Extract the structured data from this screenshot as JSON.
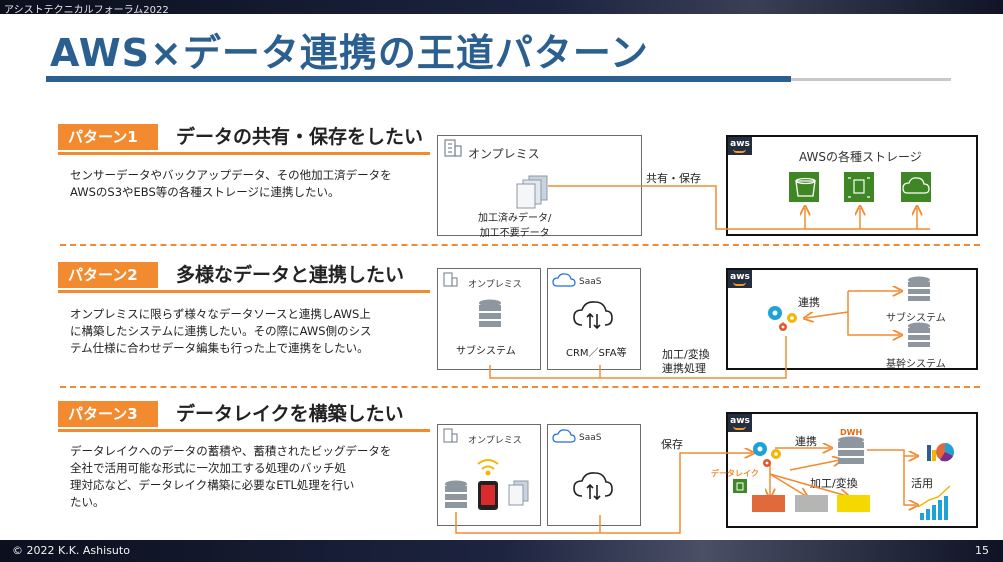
{
  "header": {
    "forum": "アシストテクニカルフォーラム2022",
    "title": "AWS×データ連携の王道パターン"
  },
  "footer": {
    "copyright": "© 2022 K.K. Ashisuto",
    "page": "15"
  },
  "pattern1": {
    "badge": "パターン1",
    "heading": "データの共有・保存をしたい",
    "desc_line1": "センサーデータやバックアップデータ、その他加工済データを",
    "desc_line2": "AWSのS3やEBS等の各種ストレージに連携したい。",
    "onprem": "オンプレミス",
    "file_line1": "加工済みデータ/",
    "file_line2": "加工不要データ",
    "flow": "共有・保存",
    "aws_title": "AWSの各種ストレージ"
  },
  "pattern2": {
    "badge": "パターン2",
    "heading": "多様なデータと連携したい",
    "desc_line1": "オンプレミスに限らず様々なデータソースと連携しAWS上",
    "desc_line2": "に構築したシステムに連携したい。その際にAWS側のシス",
    "desc_line3": "テム仕様に合わせデータ編集も行った上で連携をしたい。",
    "onprem": "オンプレミス",
    "subsystem": "サブシステム",
    "saas": "SaaS",
    "crm": "CRM／SFA等",
    "flow_line1": "加工/変換",
    "flow_line2": "連携処理",
    "link": "連携",
    "aws_sub": "サブシステム",
    "aws_core": "基幹システム"
  },
  "pattern3": {
    "badge": "パターン3",
    "heading": "データレイクを構築したい",
    "desc_line1": "データレイクへのデータの蓄積や、蓄積されたビッグデータを",
    "desc_line2": "全社で活用可能な形式に一次加工する処理のバッチ処",
    "desc_line3": "理対応など、データレイク構築に必要なETL処理を行い",
    "desc_line4": "たい。",
    "onprem": "オンプレミス",
    "saas": "SaaS",
    "store": "保存",
    "link": "連携",
    "dwh": "DWH",
    "datalake": "データレイク",
    "transform": "加工/変換",
    "use": "活用"
  },
  "aws_logo": "aws",
  "colors": {
    "accent": "#f28a30",
    "title": "#2b5f8f",
    "aws_green": "#3f8624",
    "dark": "#232f3e"
  },
  "icons": [
    "building-icon",
    "document-icon",
    "bucket-icon",
    "ebs-icon",
    "cloud-storage-icon",
    "database-icon",
    "cloud-icon",
    "cloud-sync-icon",
    "gear-icon",
    "wifi-icon",
    "smartphone-icon",
    "pie-chart-icon",
    "bar-chart-icon"
  ]
}
